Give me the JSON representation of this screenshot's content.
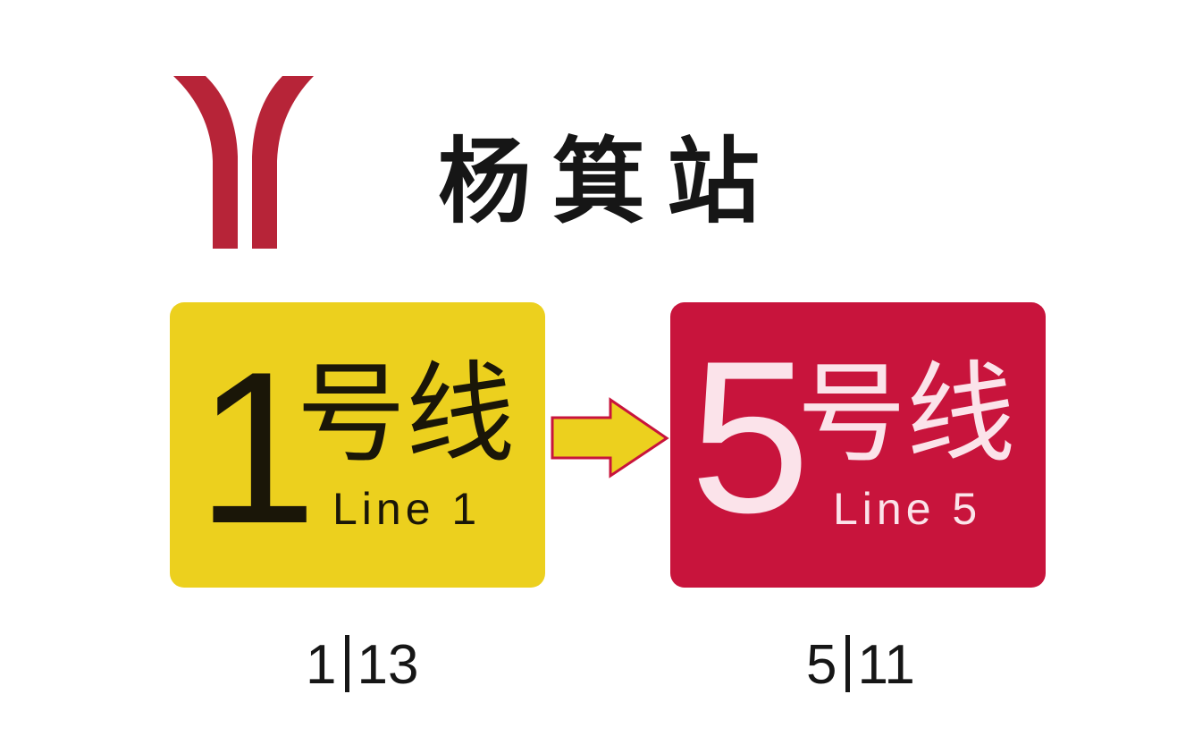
{
  "station": {
    "name": "杨箕站",
    "logo": "guangzhou-metro-logo",
    "logo_color": "#b72438"
  },
  "lines": [
    {
      "number": "1",
      "chinese": "号线",
      "english": "Line 1",
      "color": "#ecd01e",
      "transfer_code": {
        "line": "1",
        "station": "13"
      }
    },
    {
      "number": "5",
      "chinese": "号线",
      "english": "Line 5",
      "color": "#c8143c",
      "transfer_code": {
        "line": "5",
        "station": "11"
      }
    }
  ],
  "transfer_arrow": "arrow-right-icon"
}
